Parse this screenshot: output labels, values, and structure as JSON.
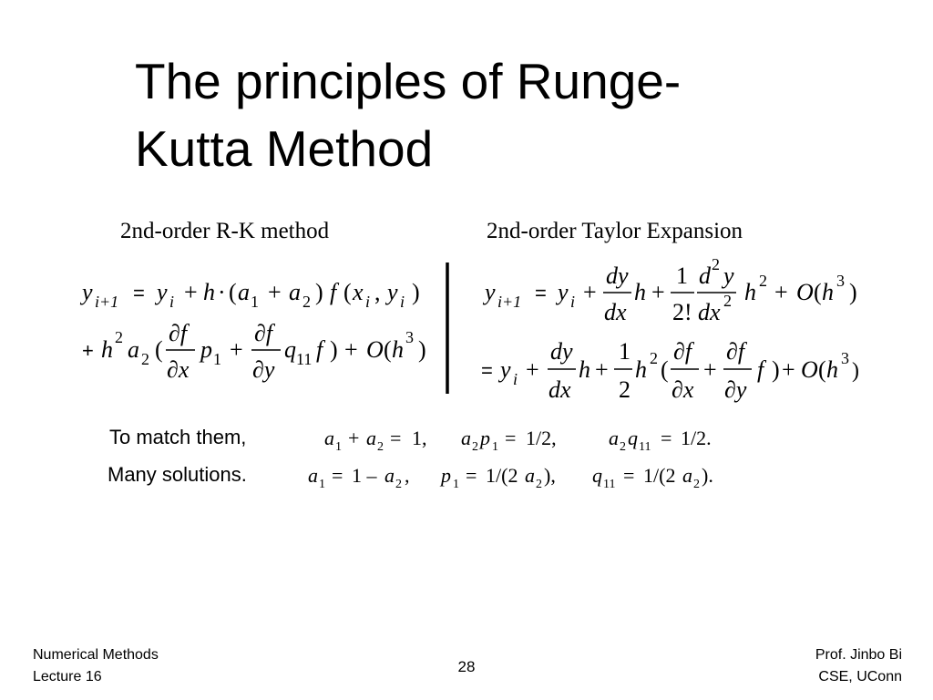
{
  "slide": {
    "title_line1": "The principles of Runge-",
    "title_line2": "Kutta Method"
  },
  "rk": {
    "heading": "2nd-order R-K method",
    "eq1": {
      "lhs_y": "y",
      "lhs_sub": "i+1",
      "equals": "=",
      "y": "y",
      "y_sub": "i",
      "plus": "+",
      "h": "h",
      "dot": "·",
      "open": "(",
      "a": "a",
      "a1_sub": "1",
      "a2_sub": "2",
      "close": ")",
      "f": "f",
      "x": "x",
      "comma": ","
    },
    "eq2": {
      "plus": "+",
      "h": "h",
      "h_sup": "2",
      "a": "a",
      "a_sub": "2",
      "open": "(",
      "df": "∂f",
      "dx": "∂x",
      "dy": "∂y",
      "p": "p",
      "p_sub": "1",
      "q": "q",
      "q_sub": "11",
      "f": "f",
      "close": ")",
      "O": "O",
      "h_cube": "3"
    }
  },
  "taylor": {
    "heading": "2nd-order Taylor Expansion",
    "eq1": {
      "dy": "dy",
      "dx": "dx",
      "one": "1",
      "fact": "2!",
      "d": "d",
      "sup2": "2",
      "y": "y",
      "h": "h"
    },
    "eq2": {
      "one": "1",
      "two": "2"
    }
  },
  "match": {
    "label": "To match them,",
    "a": "a",
    "p": "p",
    "q": "q",
    "sub1": "1",
    "sub2": "2",
    "sub11": "11",
    "plus": "+",
    "equals": "=",
    "one": "1,",
    "half": "1/2,",
    "half_end": "1/2."
  },
  "solutions": {
    "label": "Many solutions.",
    "one_minus": "1 –",
    "comma": ",",
    "frac_open": "1/(2",
    "frac_close": "),",
    "frac_close_end": ")."
  },
  "footer": {
    "course": "Numerical Methods",
    "lecture": "Lecture 16",
    "page": "28",
    "author": "Prof. Jinbo Bi",
    "dept": "CSE, UConn"
  }
}
